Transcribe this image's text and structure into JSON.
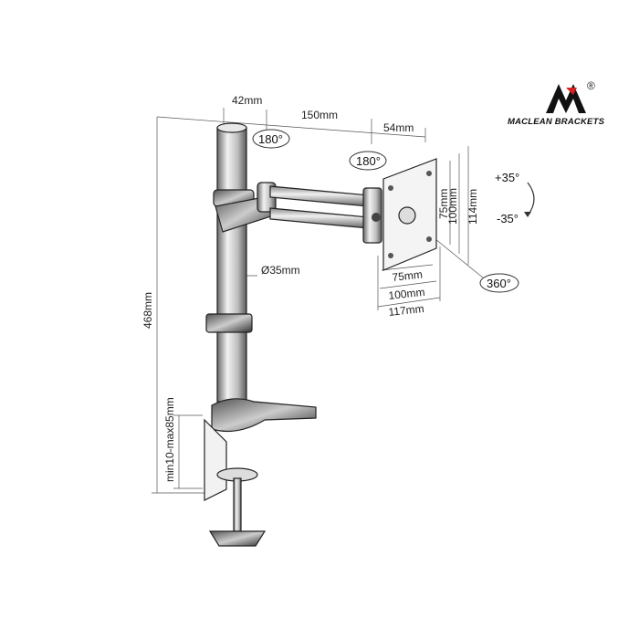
{
  "brand": {
    "logo_letter": "M",
    "name": "MACLEAN BRACKETS",
    "registered": "®"
  },
  "dimensions": {
    "pole_top": "42mm",
    "arm_length": "150mm",
    "head_offset": "54mm",
    "total_height": "468mm",
    "pole_diameter": "Ø35mm",
    "clamp_range": "min10-max85mm",
    "vesa_h_75": "75mm",
    "vesa_h_100": "100mm",
    "vesa_h_117": "117mm",
    "vesa_v_75": "75mm",
    "vesa_v_100": "100mm",
    "vesa_v_114": "114mm"
  },
  "rotations": {
    "pole_swivel": "180°",
    "head_swivel": "180°",
    "rotation": "360°",
    "tilt_up": "+35°",
    "tilt_down": "-35°"
  }
}
